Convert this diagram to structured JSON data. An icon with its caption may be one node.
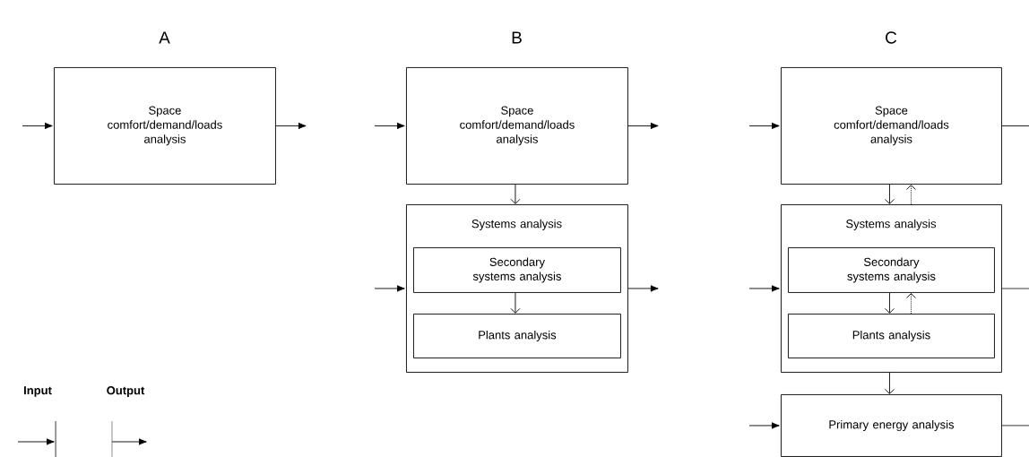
{
  "diagram": {
    "nodes": [
      {
        "text": [
          "Space comfort/demand/loads analysis"
        ]
      },
      {
        "text": [
          "Space comfort/demand/loads analysis"
        ]
      },
      {
        "text": [
          "Systems analysis"
        ]
      },
      {
        "text": [
          "Secondary systems analysis"
        ],
        "in": 2
      },
      {
        "text": [
          "Plants analysis"
        ],
        "in": 2
      },
      {
        "text": [
          "Space comfort/demand/loads analysis"
        ]
      },
      {
        "text": [
          "Systems analysis"
        ]
      },
      {
        "text": [
          "Secondary systems analysis"
        ],
        "in": 6
      },
      {
        "text": [
          "Plants analysis"
        ],
        "in": 6
      },
      {
        "text": [
          "Primary energy analysis"
        ]
      }
    ],
    "edges": [
      {
        "from": null,
        "to": 0,
        "arrow": "to"
      },
      {
        "from": 0,
        "to": null,
        "arrow": "to"
      },
      {
        "from": null,
        "to": 1,
        "arrow": "to"
      },
      {
        "from": 1,
        "to": null,
        "arrow": "to"
      },
      {
        "from": 1,
        "to": 2,
        "arrow": "to"
      },
      {
        "from": null,
        "to": 2,
        "arrow": "to"
      },
      {
        "from": 2,
        "to": null,
        "arrow": "to"
      },
      {
        "from": 3,
        "to": 4,
        "arrow": "to"
      },
      {
        "from": null,
        "to": 5,
        "arrow": "to"
      },
      {
        "from": 5,
        "to": null,
        "arrow": "none"
      },
      {
        "from": 5,
        "to": 6,
        "arrow": "to"
      },
      {
        "from": 6,
        "to": 5,
        "arrow": "to",
        "style": "dashed"
      },
      {
        "from": null,
        "to": 6,
        "arrow": "to"
      },
      {
        "from": 6,
        "to": null,
        "arrow": "none"
      },
      {
        "from": 7,
        "to": 8,
        "arrow": "to"
      },
      {
        "from": 8,
        "to": 7,
        "arrow": "to",
        "style": "dashed"
      },
      {
        "from": 6,
        "to": 9,
        "arrow": "to"
      },
      {
        "from": null,
        "to": 9,
        "arrow": "to"
      },
      {
        "from": 9,
        "to": null,
        "arrow": "none"
      }
    ],
    "labels": [
      "A",
      "B",
      "C"
    ],
    "legend": [
      {
        "text": "Input"
      },
      {
        "text": "Output"
      }
    ]
  }
}
